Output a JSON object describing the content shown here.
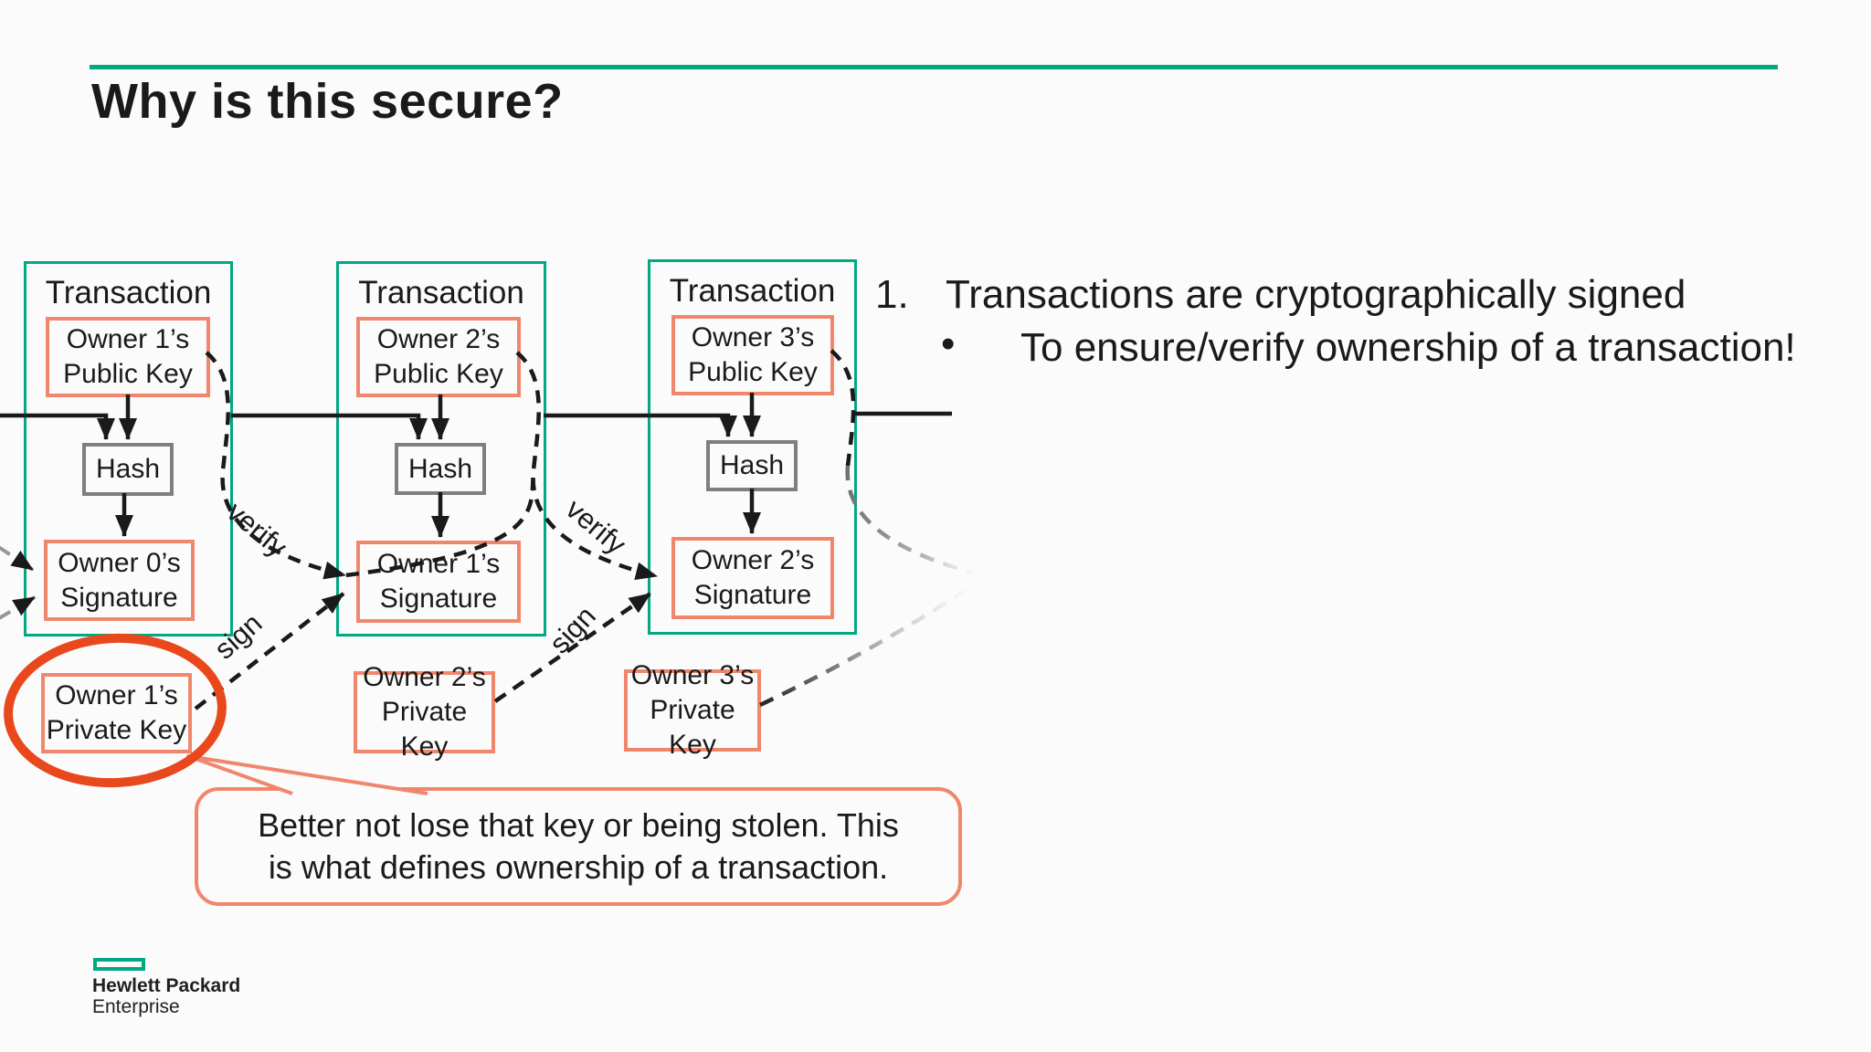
{
  "slide": {
    "title": "Why is this secure?",
    "notes": {
      "number": "1.",
      "point": "Transactions are cryptographically signed",
      "bullet": "•",
      "subpoint": "To ensure/verify ownership of a transaction!"
    },
    "labels": {
      "verify": "verify",
      "sign": "sign"
    },
    "transactions": [
      {
        "title": "Transaction",
        "public_key_line1": "Owner 1’s",
        "public_key_line2": "Public Key",
        "hash": "Hash",
        "signature_line1": "Owner 0’s",
        "signature_line2": "Signature",
        "private_key_line1": "Owner 1’s",
        "private_key_line2": "Private Key"
      },
      {
        "title": "Transaction",
        "public_key_line1": "Owner 2’s",
        "public_key_line2": "Public Key",
        "hash": "Hash",
        "signature_line1": "Owner 1’s",
        "signature_line2": "Signature",
        "private_key_line1": "Owner 2’s",
        "private_key_line2": "Private Key"
      },
      {
        "title": "Transaction",
        "public_key_line1": "Owner 3’s",
        "public_key_line2": "Public Key",
        "hash": "Hash",
        "signature_line1": "Owner 2’s",
        "signature_line2": "Signature",
        "private_key_line1": "Owner 3’s",
        "private_key_line2": "Private Key"
      }
    ],
    "callout": {
      "line1": "Better not lose that key or being stolen. This",
      "line2": "is what defines ownership of a transaction."
    },
    "logo": {
      "line1": "Hewlett Packard",
      "line2": "Enterprise"
    },
    "colors": {
      "accent_teal": "#01a982",
      "box_salmon": "#f0876d",
      "highlight_red": "#e8481c",
      "hash_gray": "#7f7f7f",
      "ink": "#1a1a1a"
    }
  }
}
